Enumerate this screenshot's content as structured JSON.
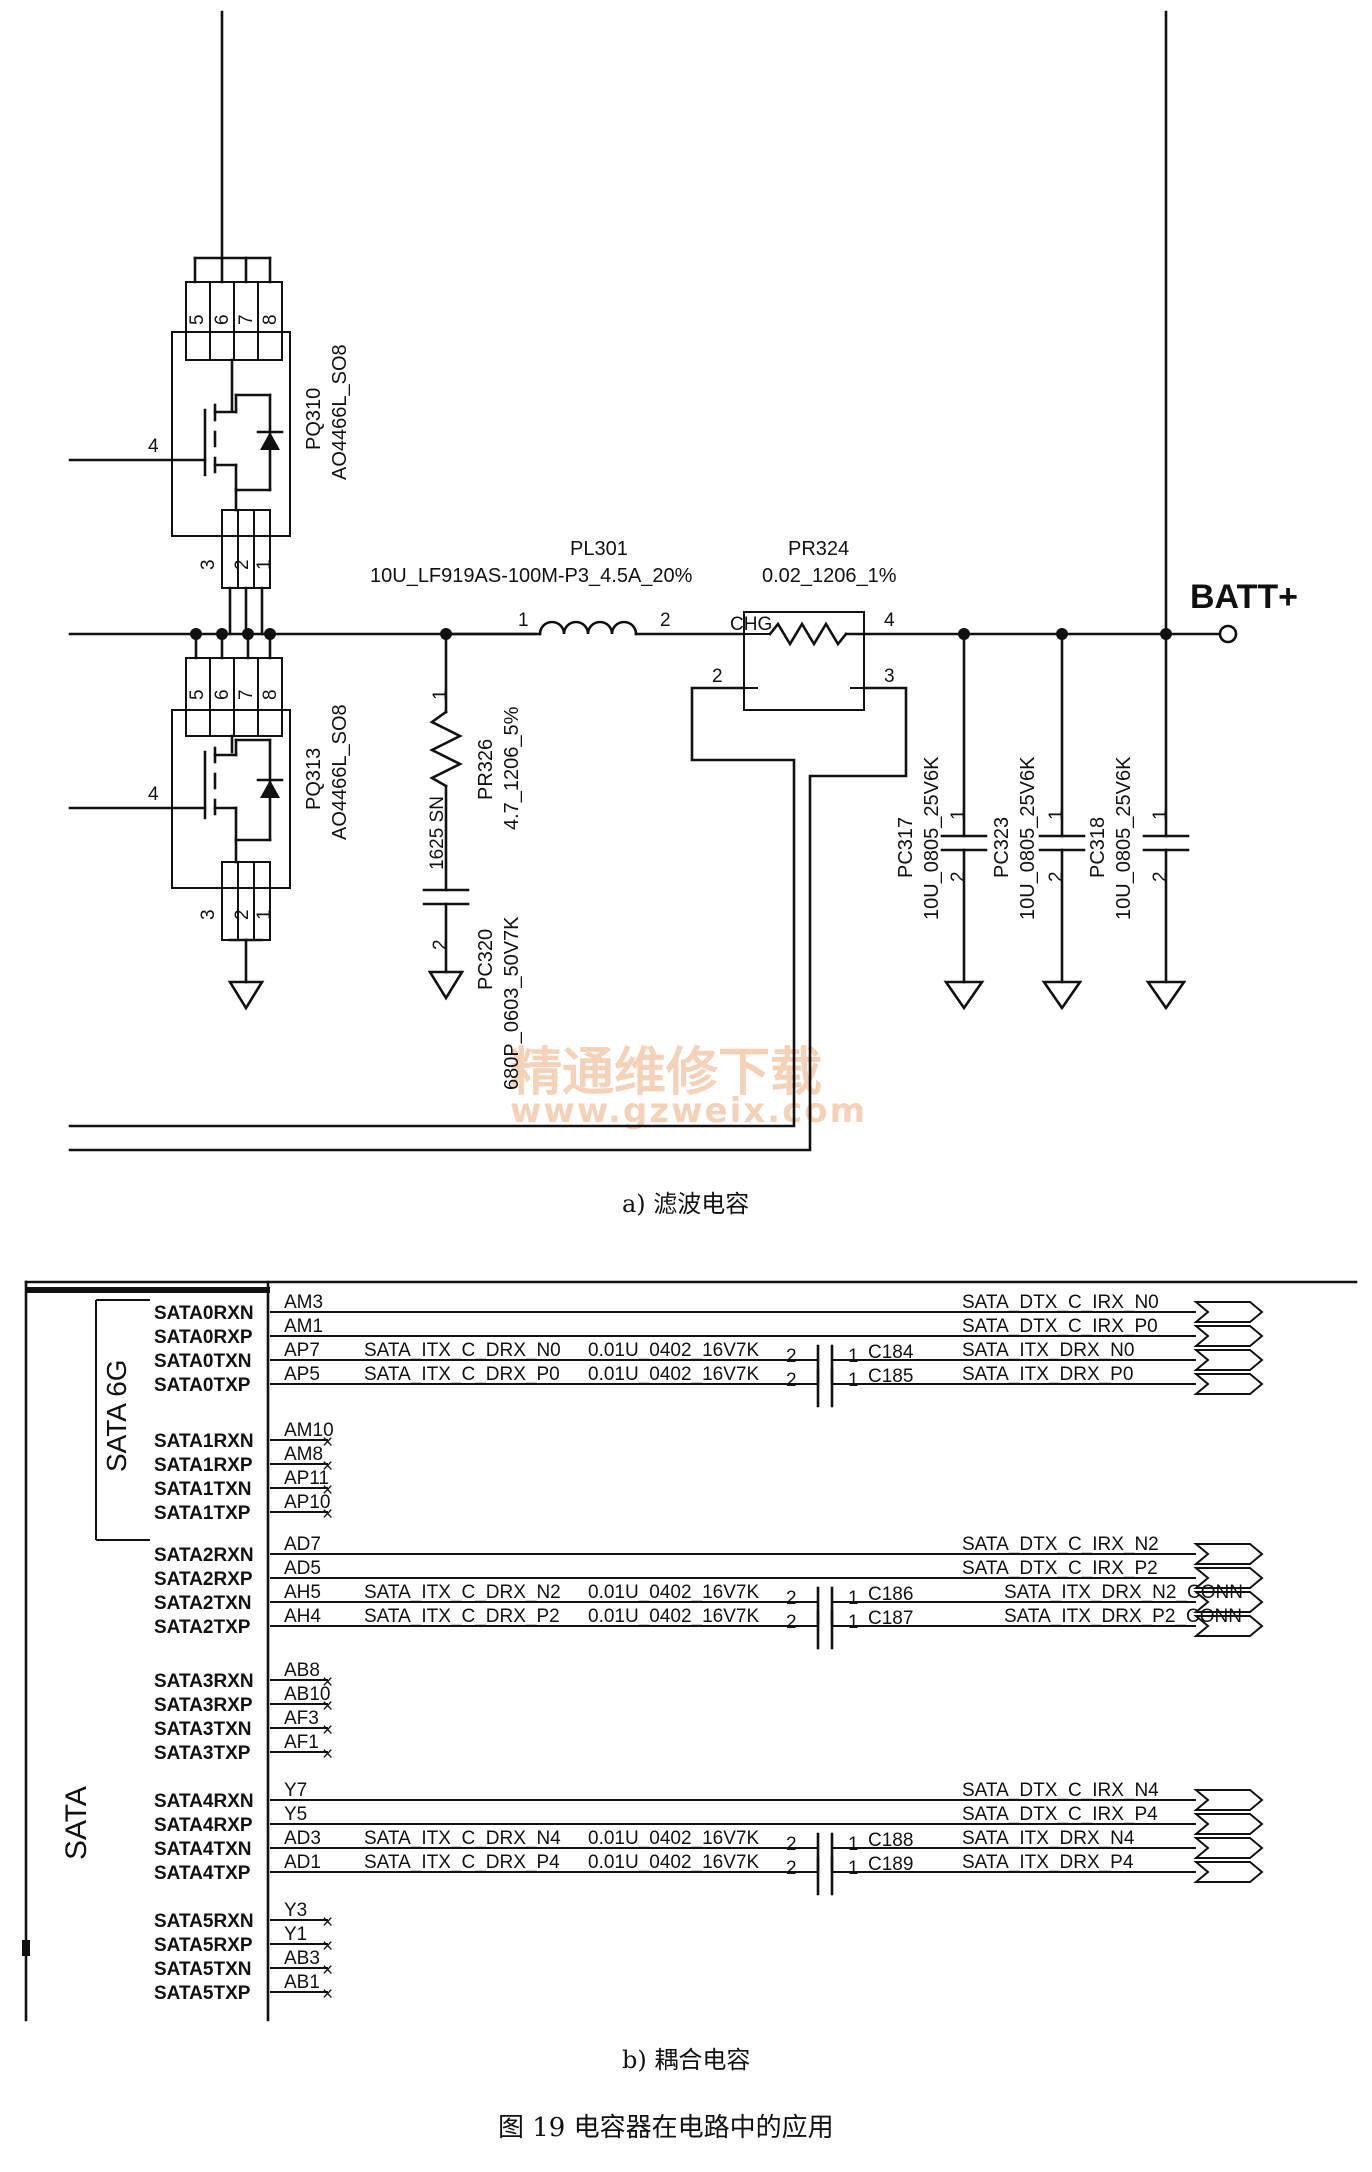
{
  "panel_a": {
    "caption": "a) 滤波电容",
    "pq310": {
      "ref": "PQ310",
      "part": "AO4466L_SO8"
    },
    "pq313": {
      "ref": "PQ313",
      "part": "AO4466L_SO8"
    },
    "mosfet_pins_top": [
      "5",
      "6",
      "7",
      "8"
    ],
    "mosfet_pins_bottom": [
      "3",
      "2",
      "1"
    ],
    "gate_pin": "4",
    "pl301": {
      "ref": "PL301",
      "value": "10U_LF919AS-100M-P3_4.5A_20%",
      "pin1": "1",
      "pin2": "2"
    },
    "pr324": {
      "ref": "PR324",
      "value": "0.02_1206_1%",
      "net": "CHG",
      "pin2": "2",
      "pin3": "3",
      "pin4": "4"
    },
    "pr326": {
      "ref": "PR326",
      "value": "4.7_1206_5%",
      "net": "1625 SN",
      "pin": "1"
    },
    "pc320": {
      "ref": "PC320",
      "value": "680P_0603_50V7K",
      "pin2": "2"
    },
    "caps": [
      {
        "ref": "PC317",
        "value": "10U_0805_25V6K",
        "p1": "1",
        "p2": "2"
      },
      {
        "ref": "PC323",
        "value": "10U_0805_25V6K",
        "p1": "1",
        "p2": "2"
      },
      {
        "ref": "PC318",
        "value": "10U_0805_25V6K",
        "p1": "1",
        "p2": "2"
      }
    ],
    "batt": "BATT+",
    "watermark_cn": "精通维修下载",
    "watermark_url": "www.gzweix.com"
  },
  "panel_b": {
    "caption": "b) 耦合电容",
    "sata_6g": "SATA 6G",
    "sata": "SATA",
    "cap_value": "0.01U_0402_16V7K",
    "cap_pin_left": "2",
    "cap_pin_right": "1",
    "groups": [
      {
        "pins": [
          {
            "name": "SATA0RXN",
            "ball": "AM3",
            "net": "SATA_DTX_C_IRX_N0"
          },
          {
            "name": "SATA0RXP",
            "ball": "AM1",
            "net": "SATA_DTX_C_IRX_P0"
          },
          {
            "name": "SATA0TXN",
            "ball": "AP7",
            "lnet": "SATA_ITX_C_DRX_N0",
            "cap": "C184",
            "net": "SATA_ITX_DRX_N0"
          },
          {
            "name": "SATA0TXP",
            "ball": "AP5",
            "lnet": "SATA_ITX_C_DRX_P0",
            "cap": "C185",
            "net": "SATA_ITX_DRX_P0"
          }
        ]
      },
      {
        "pins": [
          {
            "name": "SATA1RXN",
            "ball": "AM10"
          },
          {
            "name": "SATA1RXP",
            "ball": "AM8"
          },
          {
            "name": "SATA1TXN",
            "ball": "AP11"
          },
          {
            "name": "SATA1TXP",
            "ball": "AP10"
          }
        ]
      },
      {
        "pins": [
          {
            "name": "SATA2RXN",
            "ball": "AD7",
            "net": "SATA_DTX_C_IRX_N2"
          },
          {
            "name": "SATA2RXP",
            "ball": "AD5",
            "net": "SATA_DTX_C_IRX_P2"
          },
          {
            "name": "SATA2TXN",
            "ball": "AH5",
            "lnet": "SATA_ITX_C_DRX_N2",
            "cap": "C186",
            "net": "SATA_ITX_DRX_N2_CONN"
          },
          {
            "name": "SATA2TXP",
            "ball": "AH4",
            "lnet": "SATA_ITX_C_DRX_P2",
            "cap": "C187",
            "net": "SATA_ITX_DRX_P2_CONN"
          }
        ]
      },
      {
        "pins": [
          {
            "name": "SATA3RXN",
            "ball": "AB8"
          },
          {
            "name": "SATA3RXP",
            "ball": "AB10"
          },
          {
            "name": "SATA3TXN",
            "ball": "AF3"
          },
          {
            "name": "SATA3TXP",
            "ball": "AF1"
          }
        ]
      },
      {
        "pins": [
          {
            "name": "SATA4RXN",
            "ball": "Y7",
            "net": "SATA_DTX_C_IRX_N4"
          },
          {
            "name": "SATA4RXP",
            "ball": "Y5",
            "net": "SATA_DTX_C_IRX_P4"
          },
          {
            "name": "SATA4TXN",
            "ball": "AD3",
            "lnet": "SATA_ITX_C_DRX_N4",
            "cap": "C188",
            "net": "SATA_ITX_DRX_N4"
          },
          {
            "name": "SATA4TXP",
            "ball": "AD1",
            "lnet": "SATA_ITX_C_DRX_P4",
            "cap": "C189",
            "net": "SATA_ITX_DRX_P4"
          }
        ]
      },
      {
        "pins": [
          {
            "name": "SATA5RXN",
            "ball": "Y3"
          },
          {
            "name": "SATA5RXP",
            "ball": "Y1"
          },
          {
            "name": "SATA5TXN",
            "ball": "AB3"
          },
          {
            "name": "SATA5TXP",
            "ball": "AB1"
          }
        ]
      }
    ]
  },
  "figure_title": "图 19   电容器在电路中的应用"
}
